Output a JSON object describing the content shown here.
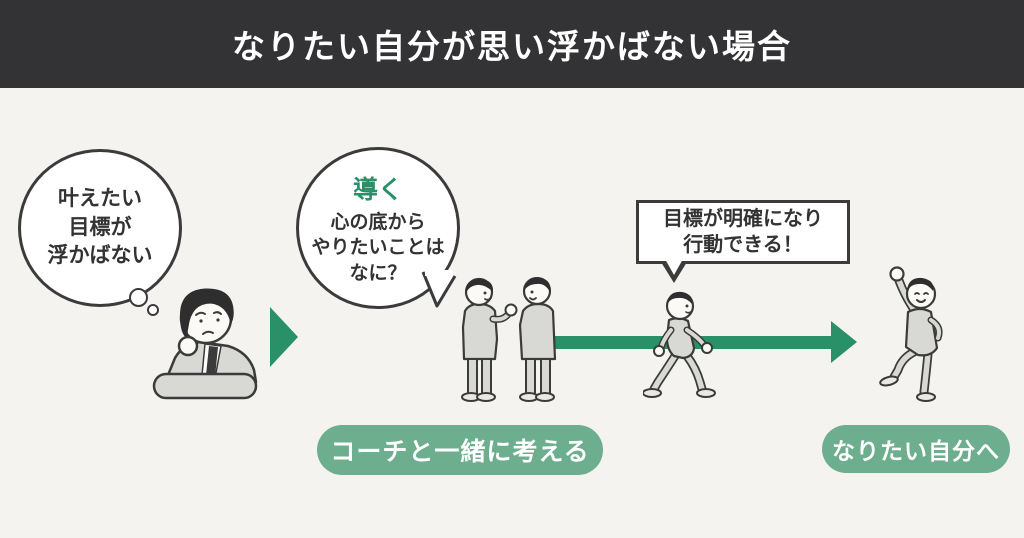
{
  "header": {
    "title": "なりたい自分が思い浮かばない場合",
    "bg_color": "#333336",
    "text_color": "#ffffff"
  },
  "colors": {
    "background": "#f4f3ef",
    "accent_green": "#2a9068",
    "pill_green": "#6cae8e",
    "ink": "#3b3b3b",
    "suit_gray": "#d8d8d5"
  },
  "thought_bubble": {
    "lines": [
      "叶えたい",
      "目標が",
      "浮かばない"
    ]
  },
  "coach_bubble": {
    "heading": "導く",
    "lines": [
      "心の底から",
      "やりたいことは",
      "なに？"
    ]
  },
  "result_bubble": {
    "lines": [
      "目標が明確になり",
      "行動できる！"
    ]
  },
  "labels": {
    "coach_pill": "コーチと一緒に考える",
    "goal_pill": "なりたい自分へ"
  },
  "illustrations": {
    "thinking_person": "悩む人（考え込むビジネスパーソン）",
    "talking_people": "コーチと対話する2人",
    "walking_person": "歩き出す人",
    "celebrating_person": "喜ぶ人"
  }
}
